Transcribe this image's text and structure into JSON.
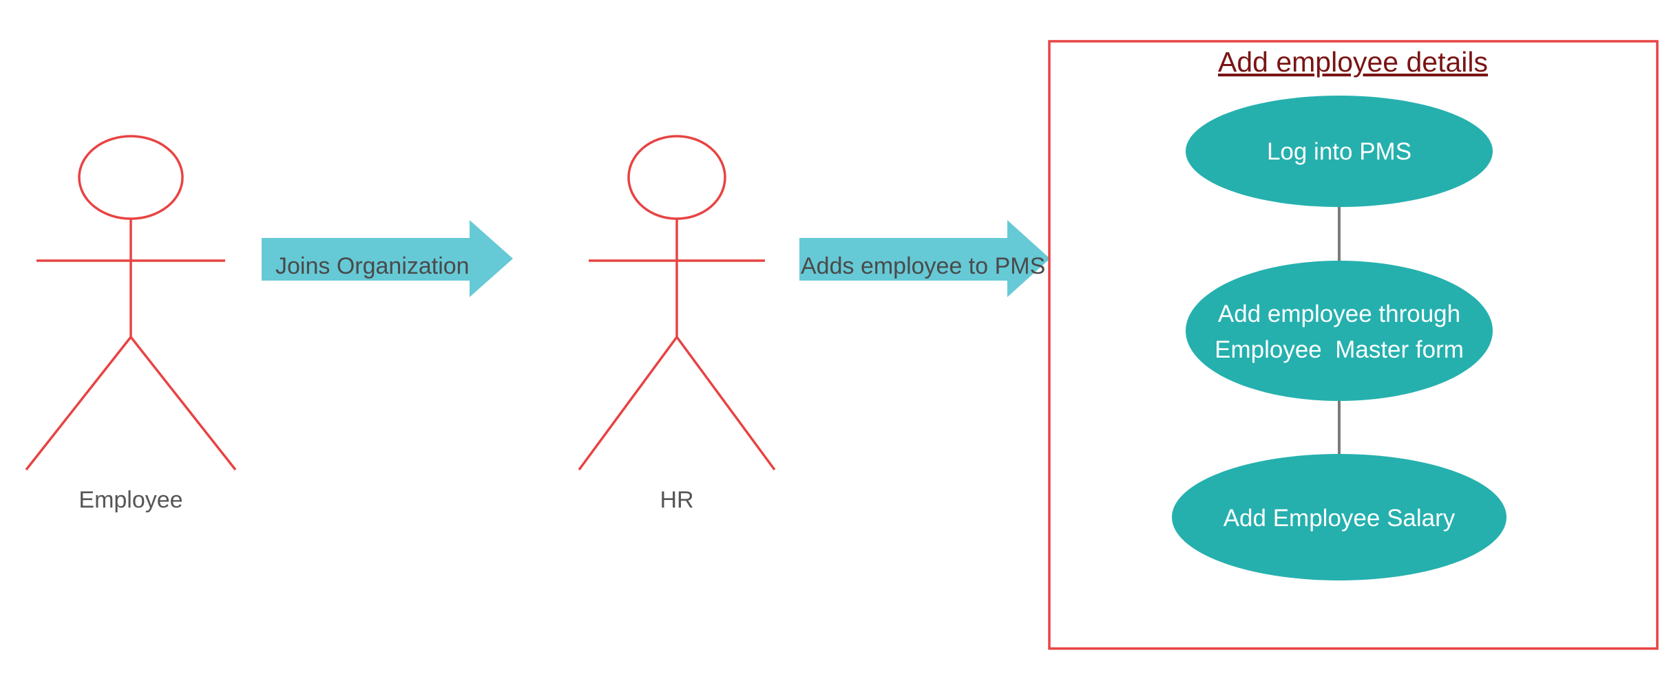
{
  "colors": {
    "actor": "#e84343",
    "arrow": "#66c9d6",
    "usecase": "#25b0ae",
    "connector": "#7a7a7a",
    "box_border": "#e84343",
    "box_title": "#7a1414",
    "label_text": "#555555"
  },
  "actors": {
    "employee": {
      "label": "Employee"
    },
    "hr": {
      "label": "HR"
    }
  },
  "arrows": {
    "joins": {
      "label": "Joins Organization"
    },
    "adds": {
      "label": "Adds employee to PMS"
    }
  },
  "boundary": {
    "title": "Add employee details"
  },
  "use_cases": {
    "login": {
      "lines": [
        "Log into PMS"
      ]
    },
    "add_employee": {
      "lines": [
        "Add employee through",
        "Employee  Master form"
      ]
    },
    "salary": {
      "lines": [
        "Add Employee Salary"
      ]
    }
  }
}
